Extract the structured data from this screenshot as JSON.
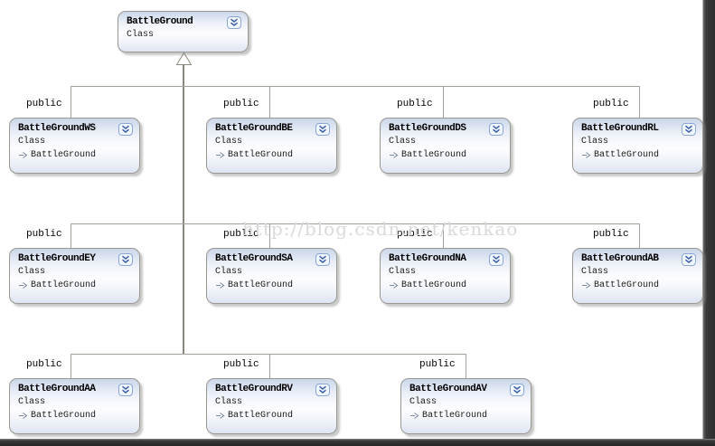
{
  "diagram": {
    "access_modifier": "public",
    "watermark": "http://blog.csdn.net/kenkao",
    "base_class": {
      "name": "BattleGround",
      "kind": "Class"
    },
    "derived_classes": [
      {
        "name": "BattleGroundWS",
        "kind": "Class",
        "base": "BattleGround"
      },
      {
        "name": "BattleGroundBE",
        "kind": "Class",
        "base": "BattleGround"
      },
      {
        "name": "BattleGroundDS",
        "kind": "Class",
        "base": "BattleGround"
      },
      {
        "name": "BattleGroundRL",
        "kind": "Class",
        "base": "BattleGround"
      },
      {
        "name": "BattleGroundEY",
        "kind": "Class",
        "base": "BattleGround"
      },
      {
        "name": "BattleGroundSA",
        "kind": "Class",
        "base": "BattleGround"
      },
      {
        "name": "BattleGroundNA",
        "kind": "Class",
        "base": "BattleGround"
      },
      {
        "name": "BattleGroundAB",
        "kind": "Class",
        "base": "BattleGround"
      },
      {
        "name": "BattleGroundAA",
        "kind": "Class",
        "base": "BattleGround"
      },
      {
        "name": "BattleGroundRV",
        "kind": "Class",
        "base": "BattleGround"
      },
      {
        "name": "BattleGroundAV",
        "kind": "Class",
        "base": "BattleGround"
      }
    ],
    "colors": {
      "chevron_blue": "#3a5ea8",
      "connector_gray": "#a6a29a",
      "watermark_gray": "#dadada",
      "box_border": "#98988f"
    }
  }
}
